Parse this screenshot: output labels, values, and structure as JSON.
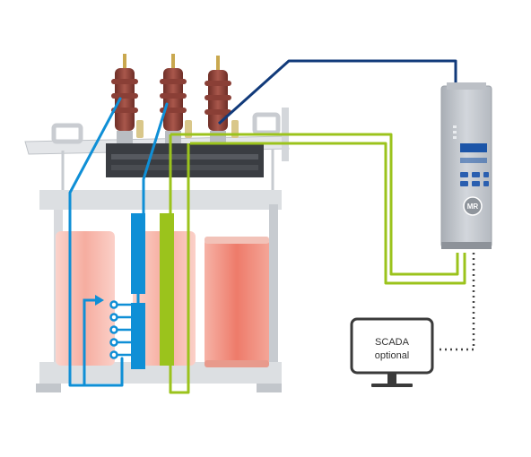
{
  "scada": {
    "line1": "SCADA",
    "line2": "optional"
  },
  "controller": {
    "brand": "MR"
  },
  "colors": {
    "blue_signal": "#0f8fd6",
    "green_signal": "#9bc31c",
    "dark_blue_link": "#113a7a",
    "coil": "#f08a7a",
    "bushing": "#8a3f36",
    "frame": "#b8bcc2",
    "controller_body": "#c8ccd2",
    "controller_display": "#1c55a8",
    "scada_link": "#444444"
  }
}
